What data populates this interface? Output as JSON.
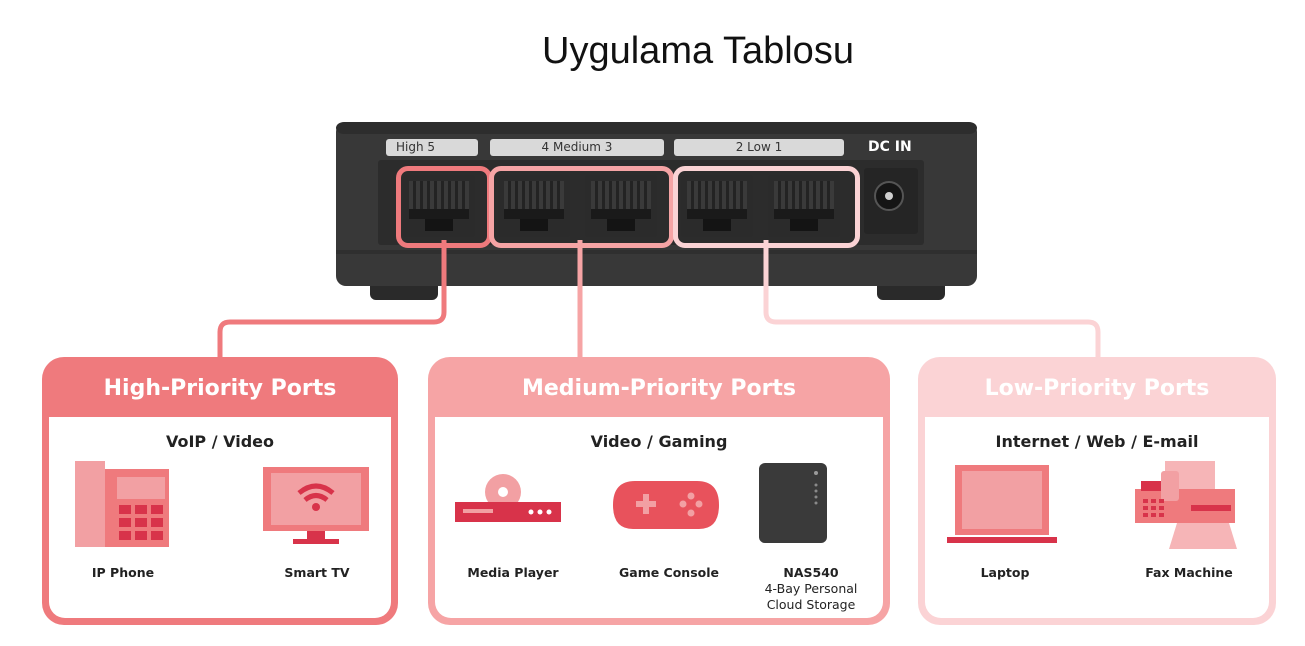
{
  "title": "Uygulama Tablosu",
  "switch": {
    "port_group_high": "High  5",
    "port_group_medium": "4   Medium   3",
    "port_group_low": "2     Low     1",
    "dc_in": "DC IN"
  },
  "groups": [
    {
      "heading": "High-Priority Ports",
      "use": "VoIP / Video",
      "color": "#ef7a7d",
      "devices": [
        {
          "label": "IP Phone",
          "icon": "ip-phone-icon"
        },
        {
          "label": "Smart TV",
          "icon": "smart-tv-icon"
        }
      ]
    },
    {
      "heading": "Medium-Priority Ports",
      "use": "Video / Gaming",
      "color": "#f6a4a5",
      "devices": [
        {
          "label": "Media Player",
          "icon": "media-player-icon"
        },
        {
          "label": "Game Console",
          "icon": "game-console-icon"
        },
        {
          "label": "NAS540",
          "sublabel_1": "4-Bay Personal",
          "sublabel_2": "Cloud Storage",
          "icon": "nas-icon"
        }
      ]
    },
    {
      "heading": "Low-Priority Ports",
      "use": "Internet / Web / E-mail",
      "color": "#fbd3d5",
      "devices": [
        {
          "label": "Laptop",
          "icon": "laptop-icon"
        },
        {
          "label": "Fax Machine",
          "icon": "fax-machine-icon"
        }
      ]
    }
  ],
  "colors": {
    "high": "#ef7a7d",
    "medium": "#f6a4a5",
    "low": "#fbd3d5",
    "device_red": "#d8334a",
    "device_pink": "#f2a0a3",
    "switch_body": "#333333"
  }
}
